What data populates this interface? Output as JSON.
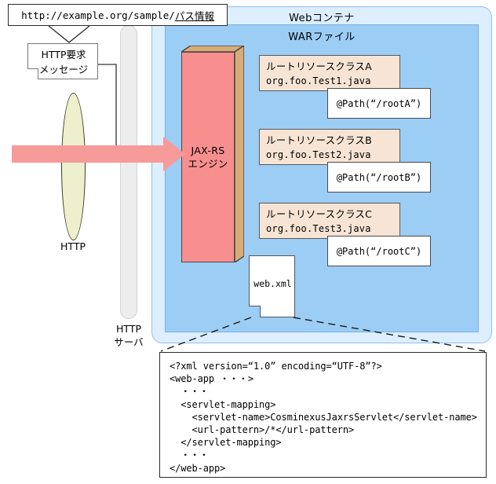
{
  "diagram": {
    "url_callout": {
      "prefix": "http://example.org/sample/",
      "underlined_part": "パス情報"
    },
    "request_message_note": {
      "line1": "HTTP要求",
      "line2": "メッセージ"
    },
    "protocol_ellipse_label": "HTTP",
    "http_server_label": "HTTP\nサーバ",
    "http_server_label_line1": "HTTP",
    "http_server_label_line2": "サーバ",
    "web_container_title": "Webコンテナ",
    "war_title": "WARファイル",
    "engine": {
      "line1": "JAX-RS",
      "line2": "エンジン"
    },
    "resource_classes": [
      {
        "title": "ルートリソースクラスA",
        "file": "org.foo.Test1.java",
        "path_annotation": "@Path(“/rootA”)"
      },
      {
        "title": "ルートリソースクラスB",
        "file": "org.foo.Test2.java",
        "path_annotation": "@Path(“/rootB”)"
      },
      {
        "title": "ルートリソースクラスC",
        "file": "org.foo.Test3.java",
        "path_annotation": "@Path(“/rootC”)"
      }
    ],
    "webxml_note_label": "web.xml",
    "xml_detail": "<?xml version=“1.0” encoding=“UTF-8”?>\n<web-app ・・・>\n  ・・・\n  <servlet-mapping>\n    <servlet-name>CosminexusJaxrsServlet</servlet-name>\n    <url-pattern>/*</url-pattern>\n  </servlet-mapping>\n  ・・・\n</web-app>",
    "colors": {
      "web_container_bg": "#ddeeff",
      "war_bg": "#9ccdf5",
      "engine_front": "#f78f8f",
      "engine_side": "#d4a574",
      "resource_card_bg": "#f7e4d4",
      "arrow": "#f79a9a",
      "ellipse_fill": "#eeefcc",
      "http_server_bar": "#ededee"
    }
  }
}
